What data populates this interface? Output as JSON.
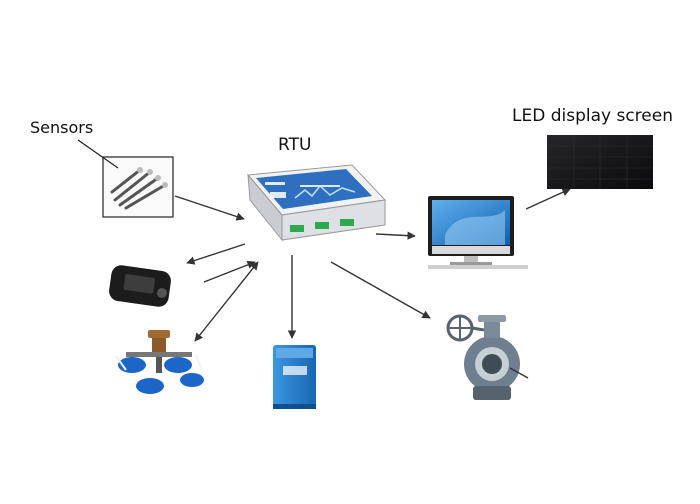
{
  "labels": {
    "sensors": "Sensors",
    "rtu": "RTU",
    "led_display_screen": "LED display screen"
  },
  "colors": {
    "rtu_panel": "#2f6fc0",
    "rtu_body": "#e4e7ea",
    "arrow": "#333333",
    "monitor_screen": "#1f78c9",
    "led_panel": "#0f0f12",
    "water_tank": "#2c86d1",
    "valve_body": "#7a8a99",
    "aerator_blue": "#1c66c8",
    "aerator_motor": "#8a5a2b"
  },
  "icons": [
    "sensor-probes-icon",
    "rtu-device-icon",
    "pc-monitor-icon",
    "led-display-panel-icon",
    "handheld-device-icon",
    "aerator-icon",
    "water-tank-icon",
    "butterfly-valve-icon"
  ]
}
